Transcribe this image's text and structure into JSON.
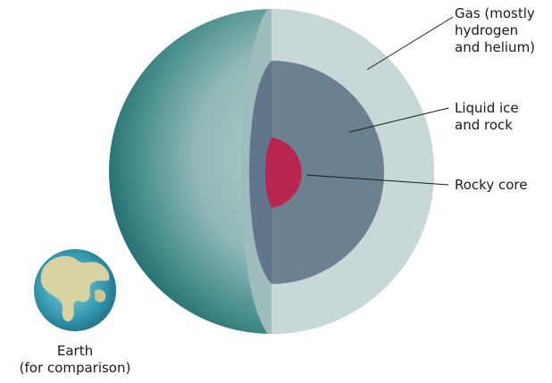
{
  "labels": {
    "gas": "Gas (mostly\nhydrogen\nand helium)",
    "liquid": "Liquid ice\nand rock",
    "core": "Rocky core",
    "earth": "Earth\n(for comparison)"
  },
  "colors": {
    "gas_layer": "#c8d8d8",
    "mantle_layer": "#6b8190",
    "core": "#b8264f",
    "planet_surface": "#2f7d7d",
    "earth_ocean": "#2b8fa6",
    "earth_land": "#d9d3a3"
  }
}
